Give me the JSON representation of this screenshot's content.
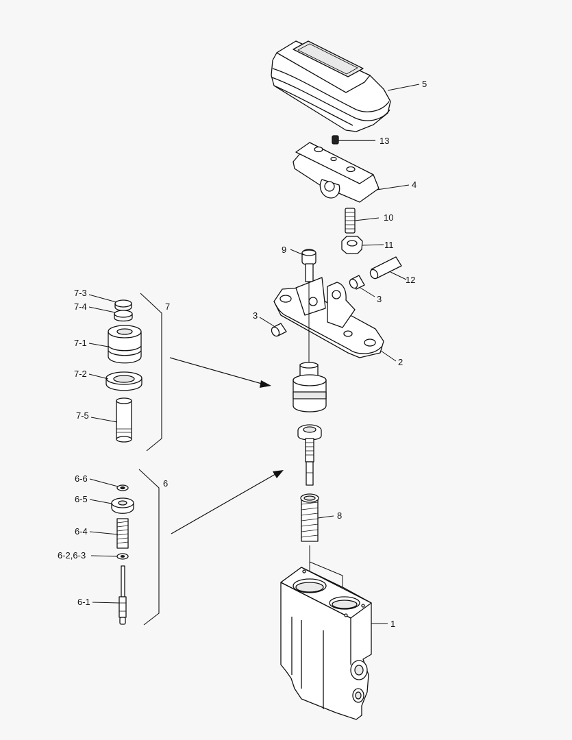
{
  "labels": {
    "p1": "1",
    "p2": "2",
    "p3a": "3",
    "p3b": "3",
    "p4": "4",
    "p5": "5",
    "p6": "6",
    "p7": "7",
    "p8": "8",
    "p9": "9",
    "p10": "10",
    "p11": "11",
    "p12": "12",
    "p13": "13",
    "p6_1": "6-1",
    "p6_23": "6-2,6-3",
    "p6_4": "6-4",
    "p6_5": "6-5",
    "p6_6": "6-6",
    "p7_1": "7-1",
    "p7_2": "7-2",
    "p7_3": "7-3",
    "p7_4": "7-4",
    "p7_5": "7-5"
  }
}
